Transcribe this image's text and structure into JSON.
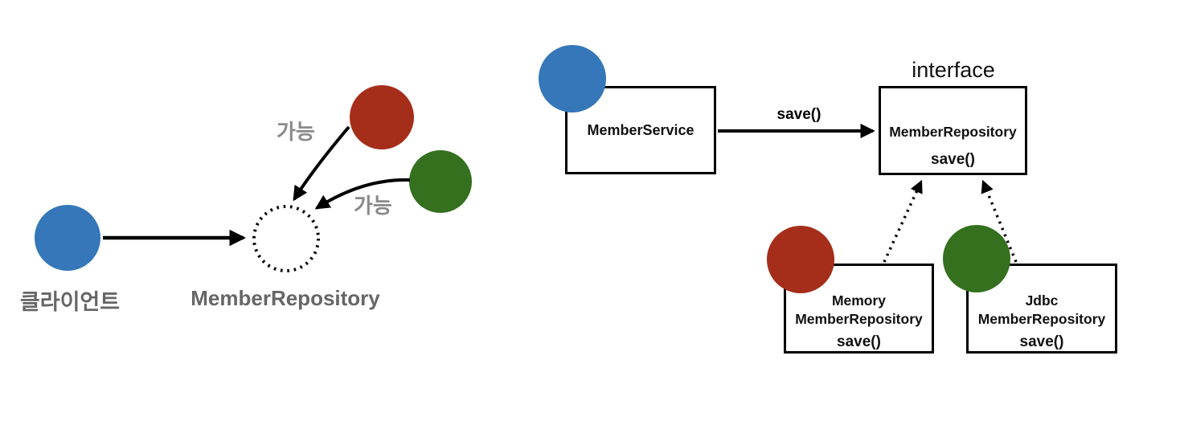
{
  "colors": {
    "blue": "#3577b8",
    "red": "#a52e1b",
    "green": "#34701e",
    "label_gray": "#666666",
    "possible_gray": "#8a8a8a",
    "line_black": "#000000"
  },
  "left": {
    "client_label": "클라이언트",
    "repository_label": "MemberRepository",
    "possible_1": "가능",
    "possible_2": "가능"
  },
  "right": {
    "interface_stereotype": "interface",
    "arrow_label": "save()",
    "service_box": {
      "title": "MemberService"
    },
    "interface_box": {
      "title": "MemberRepository",
      "method": "save()"
    },
    "memory_box": {
      "line1": "Memory",
      "line2": "MemberRepository",
      "method": "save()"
    },
    "jdbc_box": {
      "line1": "Jdbc",
      "line2": "MemberRepository",
      "method": "save()"
    }
  }
}
